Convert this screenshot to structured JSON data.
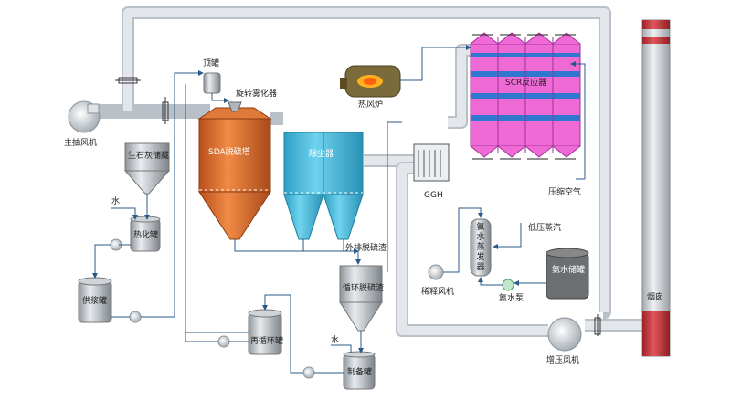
{
  "labels": {
    "main_fan": "主抽风机",
    "lime_silo": "生石灰储藏",
    "water1": "水",
    "slaker": "热化罐",
    "slurry_tank": "供浆罐",
    "top_tank": "顶罐",
    "atomizer": "旋转雾化器",
    "sda_tower": "SDA脱硫塔",
    "dust_collector": "除尘器",
    "discharge": "外排脱硫渣",
    "recirc_silo": "循环脱硫渣",
    "recirc_tank": "再循环罐",
    "water2": "水",
    "prep_tank": "制备罐",
    "hot_air_furnace": "热风炉",
    "scr_reactor": "SCR反应器",
    "ggh": "GGH",
    "compressed_air": "压缩空气",
    "low_pressure_steam": "低压蒸汽",
    "ammonia_evaporator": "氨水蒸发器",
    "ammonia_tank": "氨水储罐",
    "dilution_fan": "稀释风机",
    "ammonia_pump": "氨水泵",
    "booster_fan": "增压风机",
    "chimney": "烟囱"
  },
  "colors": {
    "duct": "#dfe3e7",
    "sda": "#d9692a",
    "dust": "#39b6d8",
    "scr_body": "#f06ad6",
    "scr_band": "#2f78d0",
    "line": "#2a5a8a",
    "chimney_red": "#c33a3f"
  }
}
